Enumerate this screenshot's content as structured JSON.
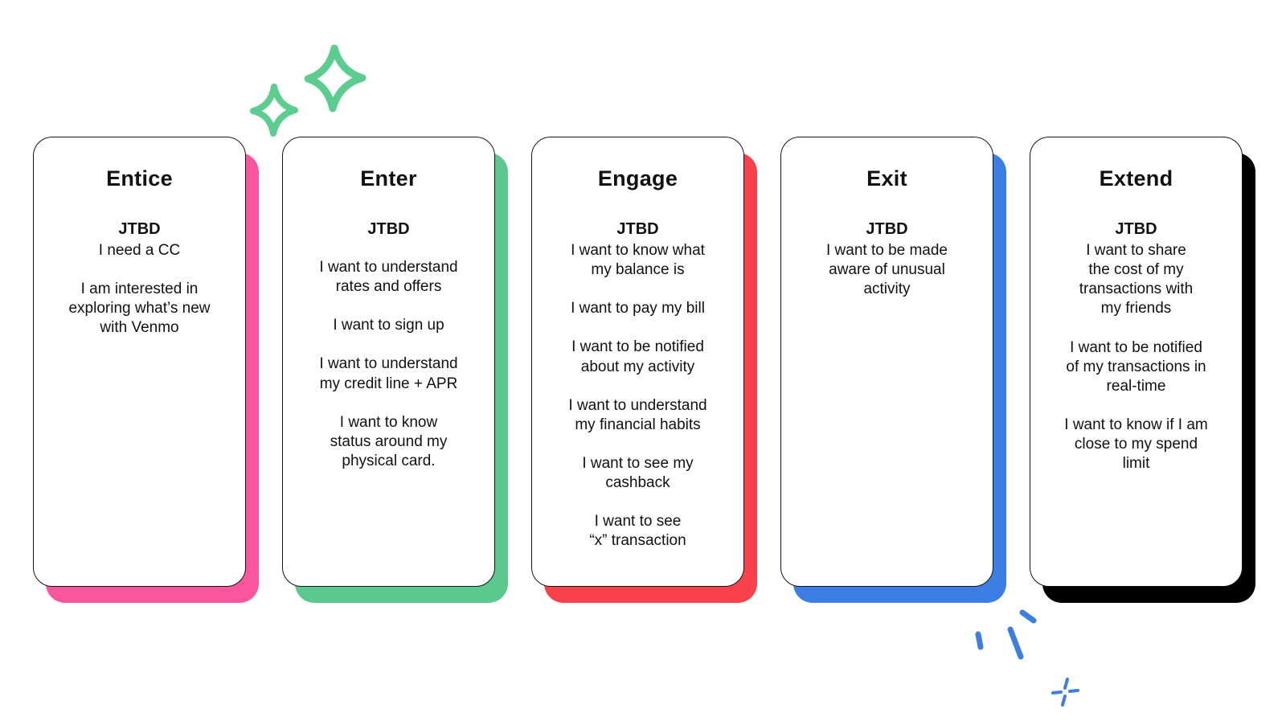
{
  "page": {
    "background": "#ffffff"
  },
  "cards": [
    {
      "title": "Entice",
      "jtbd_label": "JTBD",
      "jtbd_attached": true,
      "accent": "#FB559D",
      "items": [
        "I need a CC",
        "I am interested in\nexploring what’s new\nwith Venmo"
      ]
    },
    {
      "title": "Enter",
      "jtbd_label": "JTBD",
      "jtbd_attached": false,
      "accent": "#5BC98D",
      "items": [
        "I want to understand\nrates and offers",
        "I want to sign up",
        "I want to understand\nmy credit line + APR",
        "I want to know\nstatus around my\nphysical card."
      ]
    },
    {
      "title": "Engage",
      "jtbd_label": "JTBD",
      "jtbd_attached": true,
      "accent": "#F8414B",
      "items": [
        "I want to know what\nmy balance is",
        "I want to pay my bill",
        "I want to be notified\nabout my activity",
        "I want to understand\nmy financial habits",
        "I want to see my\ncashback",
        "I want to see\n“x” transaction"
      ]
    },
    {
      "title": "Exit",
      "jtbd_label": "JTBD",
      "jtbd_attached": true,
      "accent": "#3D7EE4",
      "items": [
        "I want to be made\naware of unusual\nactivity"
      ]
    },
    {
      "title": "Extend",
      "jtbd_label": "JTBD",
      "jtbd_attached": true,
      "accent": "#000000",
      "items": [
        "I want to share\nthe cost of my\ntransactions with\nmy friends",
        "I want to be notified\nof my transactions in\nreal-time",
        "I want to know if I am\nclose to my spend\nlimit"
      ]
    }
  ],
  "decor": {
    "sparkle_green": "#5BCD8E",
    "burst_blue": "#3D7EE4"
  }
}
